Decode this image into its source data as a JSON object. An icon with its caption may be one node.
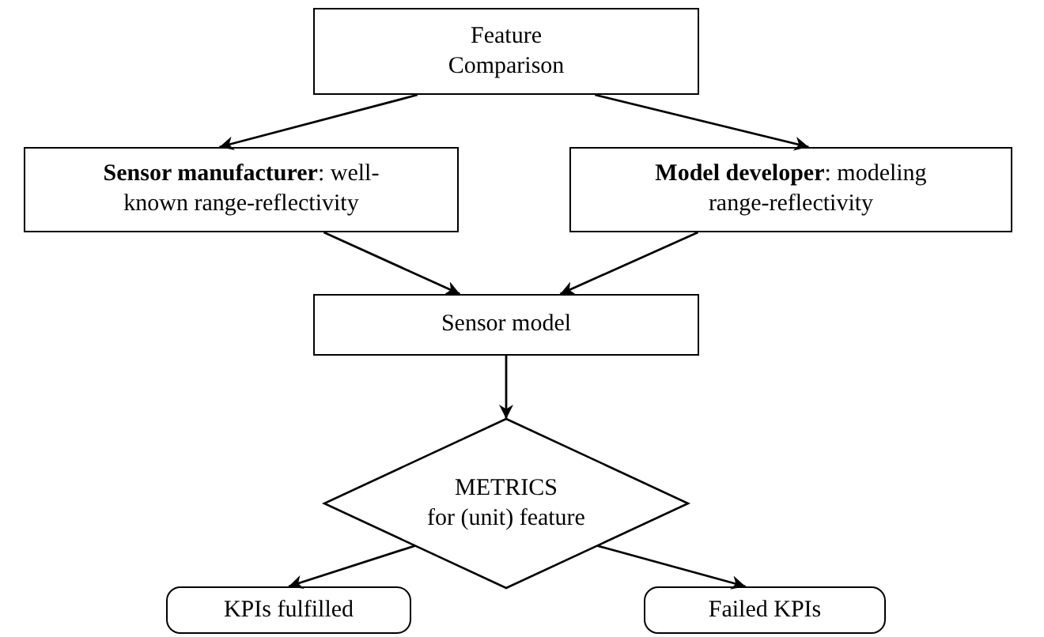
{
  "diagram": {
    "nodes": [
      {
        "text": [
          "Feature Comparison"
        ]
      },
      {
        "text": [
          "**Sensor manufacturer**: well-known range-reflectivity"
        ]
      },
      {
        "text": [
          "**Model developer**: modeling range-reflectivity"
        ]
      },
      {
        "text": [
          "Sensor model"
        ]
      },
      {
        "text": [
          "METRICS",
          "for (unit) feature"
        ]
      },
      {
        "text": [
          "KPIs fulfilled"
        ]
      },
      {
        "text": [
          "Failed KPIs"
        ]
      }
    ],
    "edges": [
      {
        "from": 0,
        "to": 1,
        "arrow": "to"
      },
      {
        "from": 0,
        "to": 2,
        "arrow": "to"
      },
      {
        "from": 1,
        "to": 3,
        "arrow": "to"
      },
      {
        "from": 2,
        "to": 3,
        "arrow": "to"
      },
      {
        "from": 3,
        "to": 4,
        "arrow": "to"
      },
      {
        "from": 4,
        "to": 5,
        "arrow": "to"
      },
      {
        "from": 4,
        "to": 6,
        "arrow": "to"
      }
    ]
  }
}
